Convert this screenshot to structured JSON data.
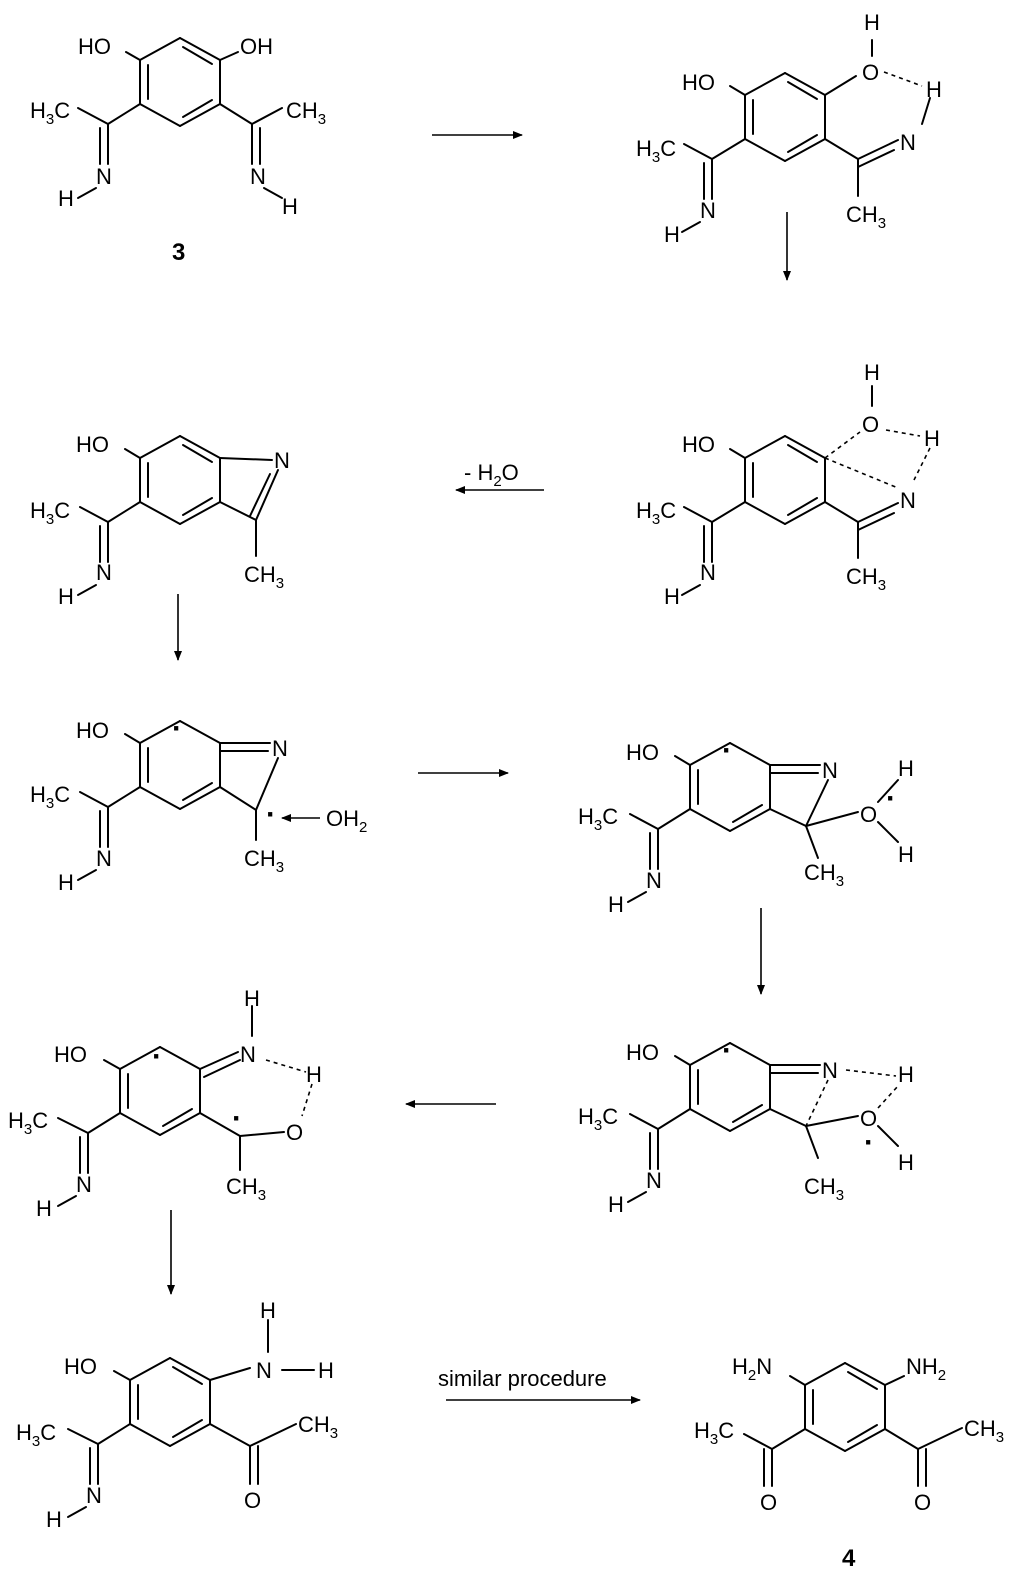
{
  "compound_labels": {
    "start": "3",
    "product": "4"
  },
  "conditions": {
    "dehydration": "- H2O",
    "repeat": "similar procedure"
  },
  "atoms": {
    "oh": "OH",
    "ho": "HO",
    "o": "O",
    "n": "N",
    "h": "H",
    "c": "C",
    "ch": "CH",
    "three": "3",
    "two": "2"
  },
  "radical_symbol": "·",
  "colors": {
    "ink": "#000000",
    "background": "#ffffff"
  }
}
